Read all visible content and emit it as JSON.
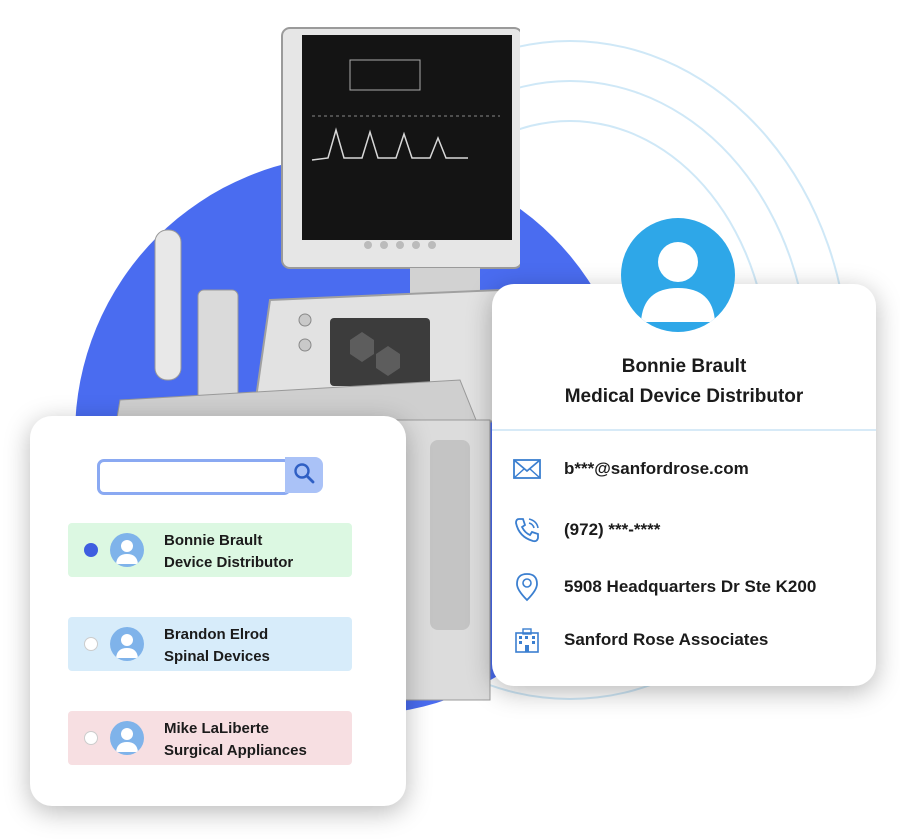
{
  "colors": {
    "accent_blue": "#4a6cf0",
    "avatar_blue": "#2ea7e8",
    "icon_blue": "#3b7fd0",
    "selected_row": "#dcf8e2",
    "row_blue": "#d7ecfa",
    "row_pink": "#f7dfe2"
  },
  "contact_card": {
    "avatar_icon": "user-avatar-icon",
    "name": "Bonnie Brault",
    "title": "Medical Device Distributor",
    "rows": [
      {
        "icon": "mail-icon",
        "text": "b***@sanfordrose.com"
      },
      {
        "icon": "phone-icon",
        "text": "(972) ***-****"
      },
      {
        "icon": "location-pin-icon",
        "text": "5908 Headquarters Dr Ste K200"
      },
      {
        "icon": "building-icon",
        "text": "Sanford Rose Associates"
      }
    ]
  },
  "search": {
    "value": "",
    "icon": "search-icon"
  },
  "contact_list": [
    {
      "name": "Bonnie Brault",
      "role": "Device Distributor",
      "selected": true
    },
    {
      "name": "Brandon Elrod",
      "role": "Spinal Devices",
      "selected": false
    },
    {
      "name": "Mike LaLiberte",
      "role": "Surgical Appliances",
      "selected": false
    }
  ]
}
